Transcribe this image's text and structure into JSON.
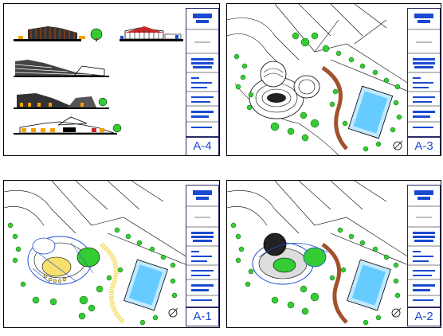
{
  "sheets": [
    {
      "id": "A-4",
      "label": "A-4",
      "kind": "elevations"
    },
    {
      "id": "A-3",
      "label": "A-3",
      "kind": "site-plan"
    },
    {
      "id": "A-1",
      "label": "A-1",
      "kind": "floor-plan"
    },
    {
      "id": "A-2",
      "label": "A-2",
      "kind": "roof-plan"
    }
  ],
  "colors": {
    "title_block_blue": "#1a4ad0",
    "tree_green": "#33cc33",
    "pool_blue": "#66ccff",
    "path_brown": "#a0522d",
    "line_black": "#000000"
  }
}
